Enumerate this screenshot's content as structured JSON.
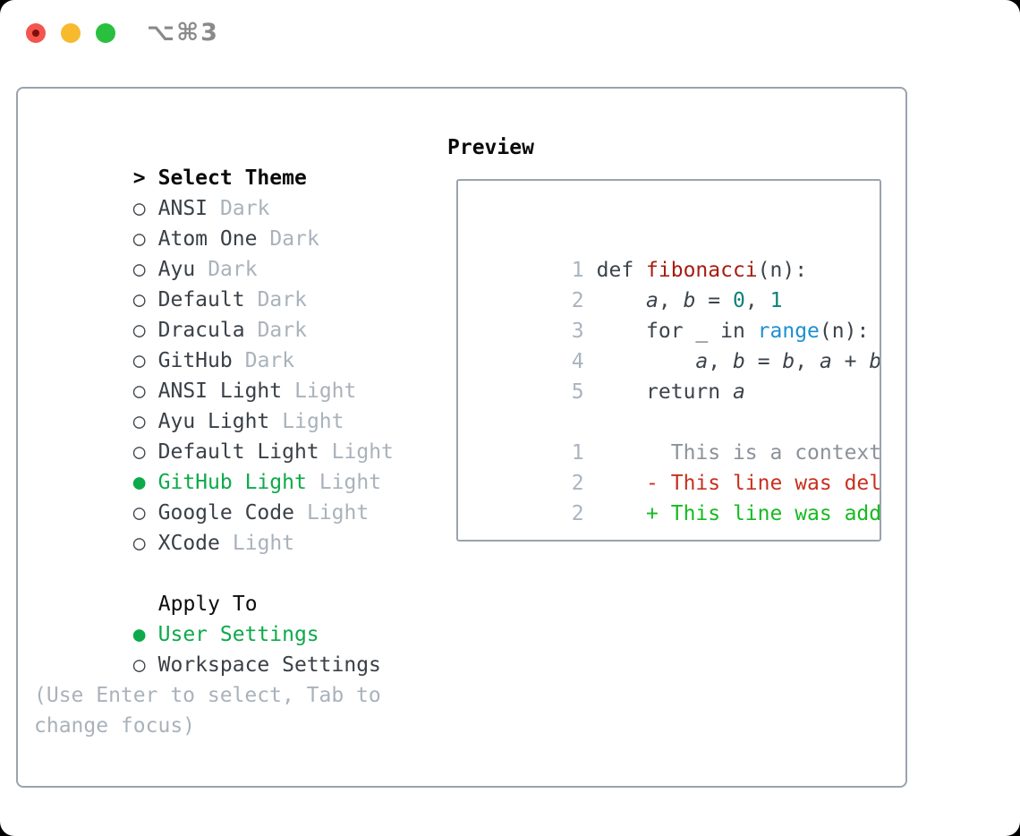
{
  "titlebar": {
    "shortcut": "⌥⌘3"
  },
  "colors": {
    "accent_green": "#0caa4a",
    "diff_added_green": "#16ba20",
    "diff_deleted_red": "#c8301f",
    "function_red": "#a81c10",
    "builtin_blue": "#1d8fd1",
    "number_teal": "#0c8178",
    "muted_gray": "#a9b2bb",
    "border_gray": "#9aa3ae",
    "traffic_red": "#f4554d",
    "traffic_yellow": "#f7ba2e",
    "traffic_green": "#2ac03f"
  },
  "theme_list": {
    "prompt": ">",
    "title": "Select Theme",
    "items": [
      {
        "bullet": "○",
        "name": "ANSI",
        "variant": "Dark"
      },
      {
        "bullet": "○",
        "name": "Atom One",
        "variant": "Dark"
      },
      {
        "bullet": "○",
        "name": "Ayu",
        "variant": "Dark"
      },
      {
        "bullet": "○",
        "name": "Default",
        "variant": "Dark"
      },
      {
        "bullet": "○",
        "name": "Dracula",
        "variant": "Dark"
      },
      {
        "bullet": "○",
        "name": "GitHub",
        "variant": "Dark"
      },
      {
        "bullet": "○",
        "name": "ANSI Light",
        "variant": "Light"
      },
      {
        "bullet": "○",
        "name": "Ayu Light",
        "variant": "Light"
      },
      {
        "bullet": "○",
        "name": "Default Light",
        "variant": "Light"
      },
      {
        "bullet": "●",
        "name": "GitHub Light",
        "variant": "Light"
      },
      {
        "bullet": "○",
        "name": "Google Code",
        "variant": "Light"
      },
      {
        "bullet": "○",
        "name": "XCode",
        "variant": "Light"
      }
    ],
    "selected_index": 9
  },
  "apply_to": {
    "title": "Apply To",
    "items": [
      {
        "bullet": "●",
        "label": "User Settings"
      },
      {
        "bullet": "○",
        "label": "Workspace Settings"
      }
    ],
    "selected_index": 0
  },
  "hint": {
    "line1": "(Use Enter to select, Tab to",
    "line2": "change focus)"
  },
  "preview": {
    "title": "Preview",
    "code": [
      {
        "num": "1",
        "t1": "def ",
        "t2": "fibonacci",
        "t3": "(n):"
      },
      {
        "num": "2",
        "t1": "    ",
        "t2": "a",
        "t3": ", ",
        "t4": "b",
        "t5": " = ",
        "t6": "0",
        "t7": ", ",
        "t8": "1"
      },
      {
        "num": "3",
        "t1": "    for _ in ",
        "t2": "range",
        "t3": "(n):"
      },
      {
        "num": "4",
        "t1": "        ",
        "t2": "a",
        "t3": ", ",
        "t4": "b",
        "t5": " = ",
        "t6": "b",
        "t7": ", ",
        "t8": "a",
        "t9": " + ",
        "t10": "b"
      },
      {
        "num": "5",
        "t1": "    return ",
        "t2": "a"
      },
      {
        "num": "1",
        "t1": "      This is a context line."
      },
      {
        "num": "2",
        "t1": "    - This line was deleted."
      },
      {
        "num": "2",
        "t1": "    + This line was added."
      }
    ]
  }
}
